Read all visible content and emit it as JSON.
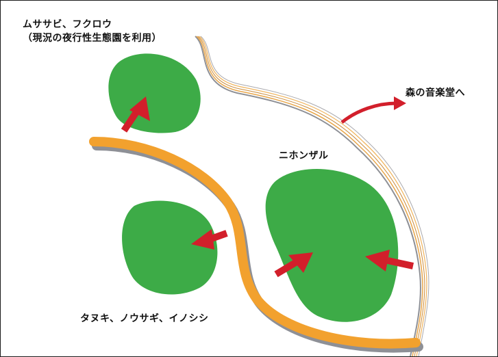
{
  "labels": {
    "owl_line1": "ムササビ、フクロウ",
    "owl_line2": "（現況の夜行性生態園を利用）",
    "forest_hall": "森の音楽堂へ",
    "monkey": "ニホンザル",
    "tanuki": "タヌキ、ノウサギ、イノシシ"
  },
  "icons": {
    "arrow": "arrow-icon"
  },
  "colors": {
    "habitat_green": "#3dab47",
    "arrow_red": "#d21f2b",
    "road_orange": "#f2a12e",
    "road_shadow": "#8e9096",
    "path_line": "#c9a15b",
    "border": "#1a1a1a"
  }
}
